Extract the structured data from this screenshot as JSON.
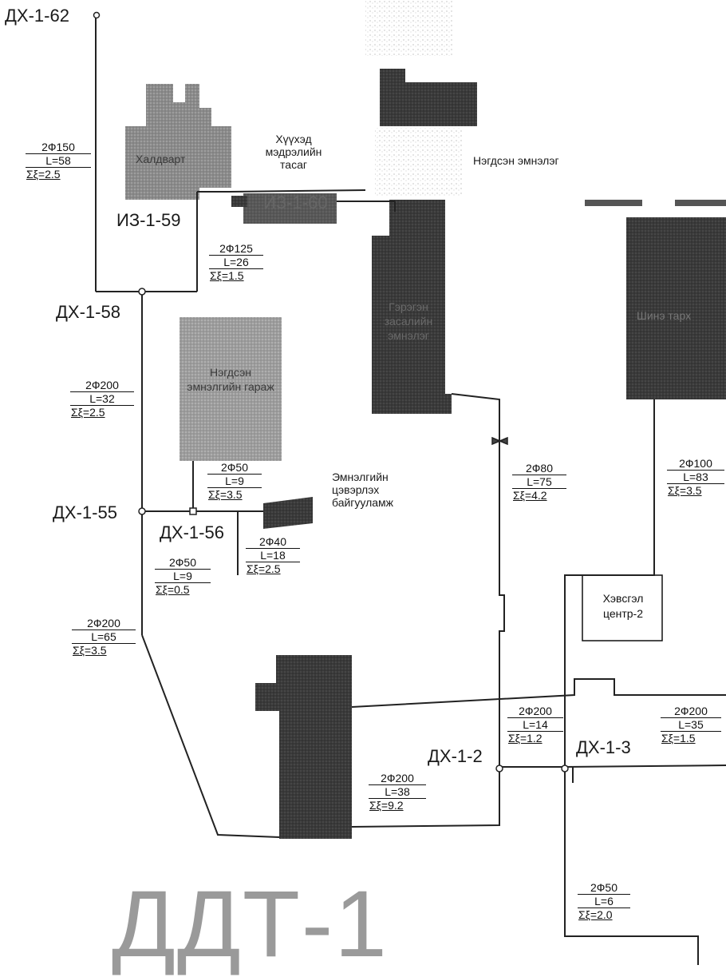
{
  "title": "ДДТ-1",
  "nodes": {
    "dx_1_62": "ДХ-1-62",
    "dx_1_58": "ДХ-1-58",
    "dx_1_55": "ДХ-1-55",
    "dx_1_56": "ДХ-1-56",
    "dx_1_2": "ДХ-1-2",
    "dx_1_3": "ДХ-1-3",
    "iz_1_59": "ИЗ-1-59",
    "iz_1_60": "ИЗ-1-60"
  },
  "buildings": {
    "khaldvart": "Халдварт",
    "garazh": "Нэгдсэн эмнэлгийн гараж",
    "zasliin": "Гэрэгэн засалийн эмнэлэг",
    "shine_tarkh": "Шинэ тарх",
    "khevsgel": "Хэвсгэл центр-2"
  },
  "descriptions": {
    "khuukhed": "Хүүхэд мэдрэлийн тасаг",
    "negdsen": "Нэгдсэн эмнэлэг",
    "tseverlekh": "Эмнэлгийн цэвэрлэх байгууламж"
  },
  "pipes": [
    {
      "id": "p1",
      "d": "2Ф150",
      "l": "L=58",
      "z": "Σξ=2.5"
    },
    {
      "id": "p2",
      "d": "2Ф125",
      "l": "L=26",
      "z": "Σξ=1.5"
    },
    {
      "id": "p3",
      "d": "2Ф200",
      "l": "L=32",
      "z": "Σξ=2.5"
    },
    {
      "id": "p4",
      "d": "2Ф50",
      "l": "L=9",
      "z": "Σξ=3.5"
    },
    {
      "id": "p5",
      "d": "2Ф40",
      "l": "L=18",
      "z": "Σξ=2.5"
    },
    {
      "id": "p6",
      "d": "2Ф50",
      "l": "L=9",
      "z": "Σξ=0.5"
    },
    {
      "id": "p7",
      "d": "2Ф200",
      "l": "L=65",
      "z": "Σξ=3.5"
    },
    {
      "id": "p8",
      "d": "2Ф80",
      "l": "L=75",
      "z": "Σξ=4.2"
    },
    {
      "id": "p9",
      "d": "2Ф100",
      "l": "L=83",
      "z": "Σξ=3.5"
    },
    {
      "id": "p10",
      "d": "2Ф200",
      "l": "L=14",
      "z": "Σξ=1.2"
    },
    {
      "id": "p11",
      "d": "2Ф200",
      "l": "L=35",
      "z": "Σξ=1.5"
    },
    {
      "id": "p12",
      "d": "2Ф200",
      "l": "L=38",
      "z": "Σξ=9.2"
    },
    {
      "id": "p13",
      "d": "2Ф50",
      "l": "L=6",
      "z": "Σξ=2.0"
    }
  ]
}
